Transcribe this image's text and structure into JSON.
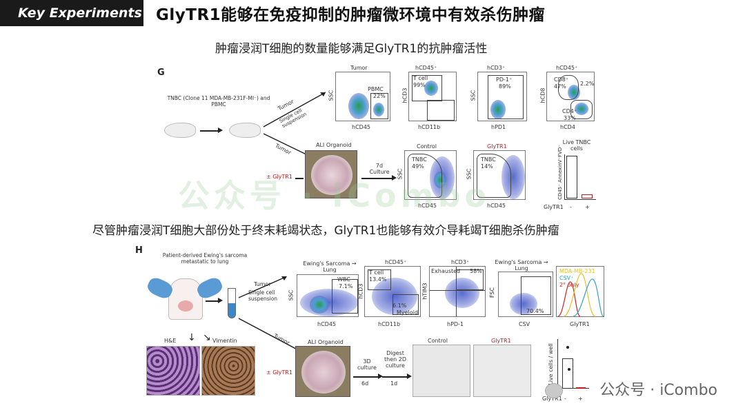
{
  "header": {
    "tag": "Key Experiments",
    "title": "GlyTR1能够在免疫抑制的肿瘤微环境中有效杀伤肿瘤"
  },
  "sectionG": {
    "subtitle": "肿瘤浸润T细胞的数量能够满足GlyTR1的抗肿瘤活性",
    "panel_letter": "G",
    "model_text": "TNBC (Clone 11 MDA-MB-231F-MI⁻) and PBMC",
    "tumor_label": "Tumor",
    "single_cell_label": "Single cell suspension",
    "tumor2_label": "Tumor",
    "glytr1_treat": "± GlyTR1",
    "ali_label": "ALI Organoid",
    "culture_label": "7d Culture",
    "facs": [
      {
        "title": "Tumor",
        "xlab": "hCD45",
        "ylab": "SSC",
        "gate_label": "PBMC",
        "gate_value": "22%"
      },
      {
        "title": "hCD45⁺",
        "xlab": "hCD11b",
        "ylab": "hCD3",
        "gate_label": "T cell",
        "gate_value": "99%"
      },
      {
        "title": "hCD3⁺",
        "xlab": "hPD1",
        "ylab": "SSC",
        "gate_label": "PD-1⁺",
        "gate_value": "89%"
      },
      {
        "title": "hCD45⁺",
        "xlab": "hCD4",
        "ylab": "hCD8",
        "gate_label": "CD8⁺",
        "gate_value": "47%",
        "extra_value": "2.2%",
        "gate2_label": "CD4⁺",
        "gate2_value": "33%"
      }
    ],
    "control": {
      "title": "Control",
      "gate_label": "TNBC",
      "gate_value": "49%",
      "xlab": "hCD45",
      "ylab": "SSC"
    },
    "glytr1": {
      "title": "GlyTR1",
      "gate_label": "TNBC",
      "gate_value": "14%",
      "xlab": "hCD45",
      "ylab": "SSC"
    },
    "barchart": {
      "title": "Live TNBC cells",
      "ylab": "CD45⁻ AnnexinV⁻FVD⁻",
      "xlab": "GlyTR1",
      "categories": [
        "-",
        "+"
      ]
    }
  },
  "sectionH": {
    "subtitle": "尽管肿瘤浸润T细胞大部份处于终末耗竭状态，GlyTR1也能够有效介导耗竭T细胞杀伤肿瘤",
    "panel_letter": "H",
    "patient_text": "Patient-derived Ewing's sarcoma metastatic to lung",
    "tumor_label": "Tumor",
    "single_cell_label": "Single cell suspension",
    "he_label": "H&E",
    "vimentin_label": "Vimentin",
    "tumor2_label": "Tumor",
    "ali_label": "ALI Organoid",
    "glytr1_treat": "± GlyTR1",
    "culture3d": "3D culture",
    "culture3d_time": "6d",
    "digest": "Digest then 2D culture",
    "digest_time": "1d",
    "control_label": "Control",
    "glytr1_label": "GlyTR1",
    "facs": [
      {
        "title": "Ewing's Sarcoma → Lung",
        "xlab": "hCD45",
        "ylab": "SSC",
        "gate_label": "WBC",
        "gate_value": "7.1%"
      },
      {
        "title": "hCD45⁺",
        "xlab": "hCD11b",
        "ylab": "hCD3",
        "gate_label": "T cell",
        "gate_value": "13.4%",
        "gate2_label": "Myeloid",
        "gate2_value": "6.1%"
      },
      {
        "title": "hCD3⁺",
        "xlab": "hPD-1",
        "ylab": "hTIM3",
        "gate_label": "Exhausted",
        "gate_value": "58%"
      },
      {
        "title": "Ewing's Sarcoma → Lung",
        "xlab": "CSV",
        "ylab": "FSC",
        "gate_value": "70.4%"
      }
    ],
    "hist": {
      "xlab": "GlyTR1",
      "legend": [
        "MDA-MB-231",
        "CSV⁺",
        "2° only"
      ],
      "legend_colors": [
        "#e8c020",
        "#2aa6c8",
        "#d02020"
      ]
    },
    "barchart": {
      "ylab": "Live cells / well",
      "xlab": "GlyTR1",
      "categories": [
        "-",
        "+"
      ]
    }
  },
  "watermark": "公众号 · iCombo",
  "brand": "公众号 · iCombo"
}
